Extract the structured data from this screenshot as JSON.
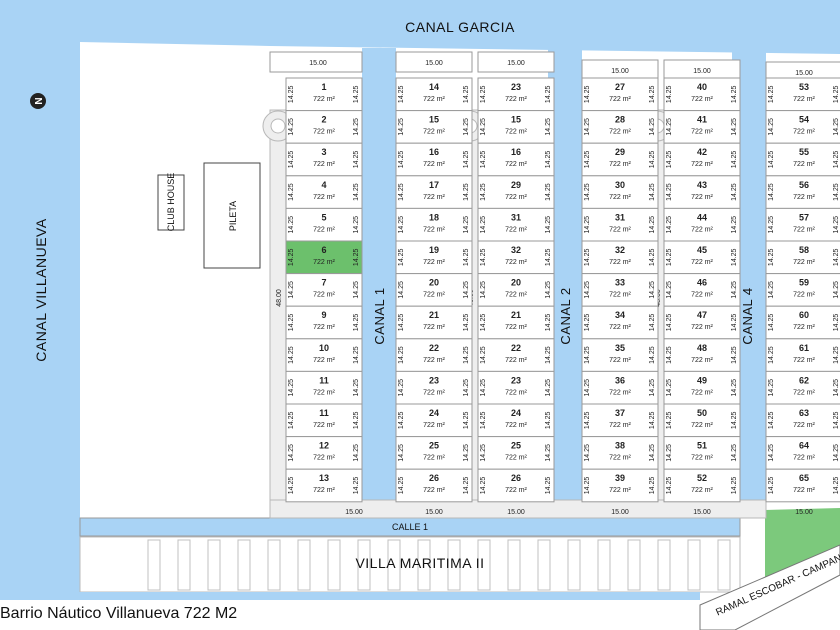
{
  "labels": {
    "canal_top": "CANAL GARCIA",
    "canal_left": "CANAL VILLANUEVA",
    "canal_1": "CANAL 1",
    "canal_2": "CANAL 2",
    "canal_4": "CANAL 4",
    "calle": "CALLE 1",
    "villa": "VILLA MARITIMA II",
    "ramal": "RAMAL ESCOBAR - CAMPAN",
    "club_house": "CLUB HOUSE",
    "pileta": "PILETA",
    "compass": "N",
    "caption": "Barrio Náutico Villanueva 722 M2"
  },
  "dims": {
    "width": "15.00",
    "depth": "14.25",
    "street": "48.00"
  },
  "lot_area": "722 m²",
  "highlight_lot": "6",
  "columns": [
    {
      "lots": [
        "1",
        "2",
        "3",
        "4",
        "5",
        "6",
        "7",
        "9",
        "10",
        "11",
        "11",
        "12",
        "13"
      ]
    },
    {
      "lots": [
        "14",
        "15",
        "16",
        "17",
        "18",
        "19",
        "20",
        "21",
        "22",
        "23",
        "24",
        "25",
        "26"
      ]
    },
    {
      "lots": [
        "23",
        "15",
        "16",
        "29",
        "31",
        "32",
        "20",
        "21",
        "22",
        "23",
        "24",
        "25",
        "26"
      ]
    },
    {
      "lots": [
        "27",
        "28",
        "29",
        "30",
        "31",
        "32",
        "33",
        "34",
        "35",
        "36",
        "37",
        "38",
        "39"
      ]
    },
    {
      "lots": [
        "40",
        "41",
        "42",
        "43",
        "44",
        "45",
        "46",
        "47",
        "48",
        "49",
        "50",
        "51",
        "52"
      ]
    },
    {
      "lots": [
        "53",
        "54",
        "55",
        "56",
        "57",
        "58",
        "59",
        "60",
        "61",
        "62",
        "63",
        "64",
        "65"
      ]
    }
  ]
}
